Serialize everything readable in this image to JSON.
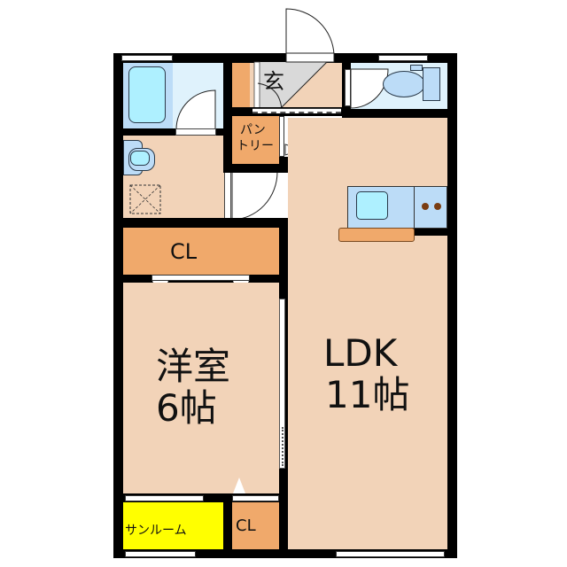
{
  "floorplan": {
    "rooms": {
      "entrance": {
        "label": "玄"
      },
      "pantry": {
        "label_line1": "パン",
        "label_line2": "トリー"
      },
      "closet_top": {
        "label": "CL"
      },
      "western_room": {
        "label_line1": "洋室",
        "label_line2": "6帖"
      },
      "ldk": {
        "label_line1": "LDK",
        "label_line2": "11帖"
      },
      "sunroom": {
        "label": "サンルーム"
      },
      "closet_bottom": {
        "label": "CL"
      }
    },
    "colors": {
      "floor": "#f2d3b8",
      "closet": "#f0a96b",
      "wet_area": "#dff2fc",
      "fixture": "#bcdcf7",
      "sunroom": "#ffff00",
      "wall": "#000000",
      "entrance_tile": "#d9d9d9"
    }
  }
}
